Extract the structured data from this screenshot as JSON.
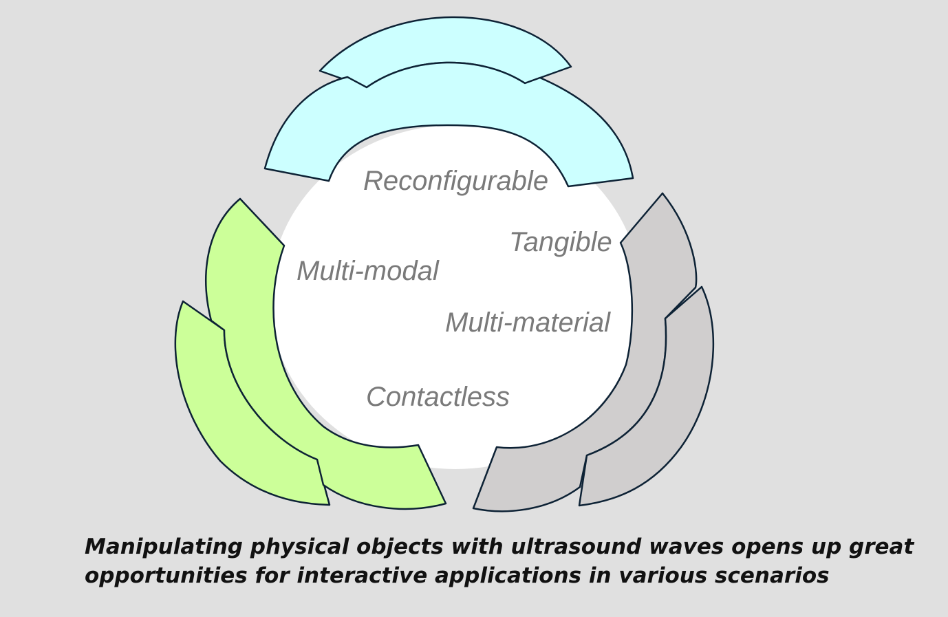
{
  "keywords": {
    "reconfigurable": "Reconfigurable",
    "tangible": "Tangible",
    "multi_modal": "Multi-modal",
    "multi_material": "Multi-material",
    "contactless": "Contactless"
  },
  "caption": {
    "line1": "Manipulating physical objects with ultrasound waves opens up great",
    "line2": "opportunities for interactive applications in various scenarios"
  },
  "colors": {
    "background": "#e0e0e0",
    "circle": "#ffffff",
    "cyan_arrow": "#ccffff",
    "green_arrow": "#ccff99",
    "gray_arrow": "#d0cece",
    "outline": "#0d2235",
    "keyword_text": "#7a7a7a"
  }
}
